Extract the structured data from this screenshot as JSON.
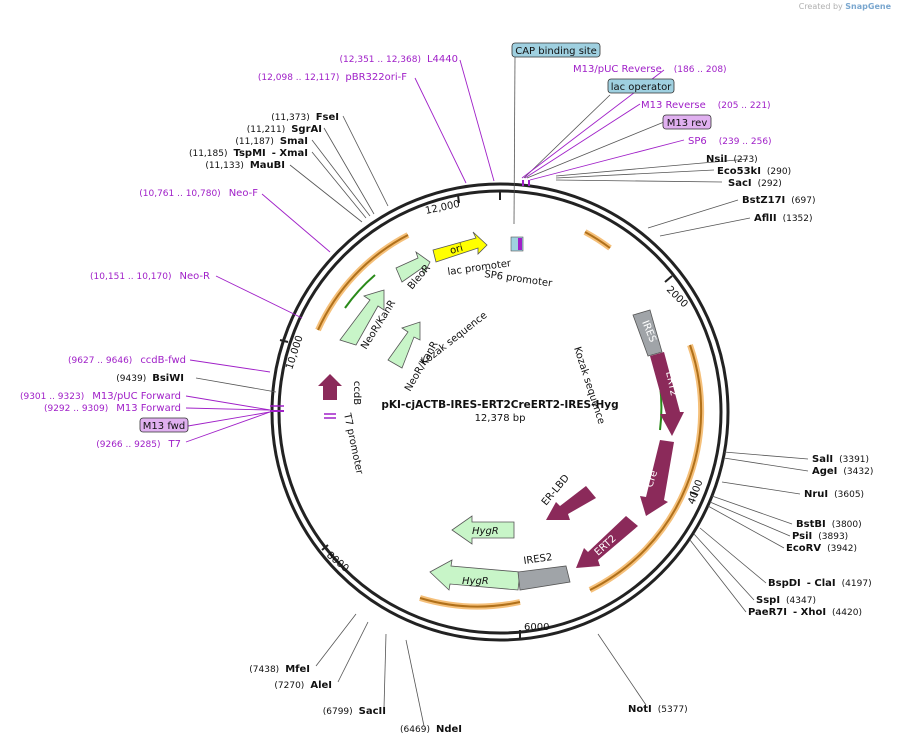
{
  "credit": {
    "prefix": "Created by",
    "brand": "SnapGene"
  },
  "map": {
    "title": "pKI-cjACTB-IRES-ERT2CreERT2-IRES-Hyg",
    "size_label": "12,378 bp",
    "total_bp": 12378,
    "ticks": [
      {
        "bp": 2000,
        "label": "2000"
      },
      {
        "bp": 4000,
        "label": "4000"
      },
      {
        "bp": 6000,
        "label": "6000"
      },
      {
        "bp": 8000,
        "label": "8000"
      },
      {
        "bp": 10000,
        "label": "10,000"
      },
      {
        "bp": 12000,
        "label": "12,000"
      }
    ]
  },
  "enzymes": [
    {
      "name": "NsiI",
      "pos": "(273)"
    },
    {
      "name": "Eco53kI",
      "pos": "(290)"
    },
    {
      "name": "SacI",
      "pos": "(292)"
    },
    {
      "name": "BstZ17I",
      "pos": "(697)"
    },
    {
      "name": "AflII",
      "pos": "(1352)"
    },
    {
      "name": "SalI",
      "pos": "(3391)"
    },
    {
      "name": "AgeI",
      "pos": "(3432)"
    },
    {
      "name": "NruI",
      "pos": "(3605)"
    },
    {
      "name": "BstBI",
      "pos": "(3800)"
    },
    {
      "name": "PsiI",
      "pos": "(3893)"
    },
    {
      "name": "EcoRV",
      "pos": "(3942)"
    },
    {
      "name": "BspDI",
      "name2": "ClaI",
      "pos": "(4197)"
    },
    {
      "name": "SspI",
      "pos": "(4347)"
    },
    {
      "name": "PaeR7I",
      "name2": "XhoI",
      "pos": "(4420)"
    },
    {
      "name": "NotI",
      "pos": "(5377)"
    },
    {
      "name": "NdeI",
      "pos": "(6469)"
    },
    {
      "name": "SacII",
      "pos": "(6799)"
    },
    {
      "name": "AleI",
      "pos": "(7270)"
    },
    {
      "name": "MfeI",
      "pos": "(7438)"
    },
    {
      "name": "BsiWI",
      "pos": "(9439)"
    },
    {
      "name": "MauBI",
      "pos": "(11,133)"
    },
    {
      "name": "TspMI",
      "name2": "XmaI",
      "pos": "(11,185)"
    },
    {
      "name": "SmaI",
      "pos": "(11,187)"
    },
    {
      "name": "SgrAI",
      "pos": "(11,211)"
    },
    {
      "name": "FseI",
      "pos": "(11,373)"
    }
  ],
  "primers": [
    {
      "name": "L4440",
      "pos": "(12,351 .. 12,368)"
    },
    {
      "name": "pBR322ori-F",
      "pos": "(12,098 .. 12,117)"
    },
    {
      "name": "M13/pUC Reverse",
      "pos": "(186 .. 208)"
    },
    {
      "name": "M13 Reverse",
      "pos": "(205 .. 221)"
    },
    {
      "name": "SP6",
      "pos": "(239 .. 256)"
    },
    {
      "name": "Neo-F",
      "pos": "(10,761 .. 10,780)"
    },
    {
      "name": "Neo-R",
      "pos": "(10,151 .. 10,170)"
    },
    {
      "name": "ccdB-fwd",
      "pos": "(9627 .. 9646)"
    },
    {
      "name": "M13/pUC Forward",
      "pos": "(9301 .. 9323)"
    },
    {
      "name": "M13 Forward",
      "pos": "(9292 .. 9309)"
    },
    {
      "name": "T7",
      "pos": "(9266 .. 9285)"
    }
  ],
  "boxed_labels": [
    {
      "name": "CAP binding site",
      "color": "#9fd0e0"
    },
    {
      "name": "lac operator",
      "color": "#9fd0e0"
    },
    {
      "name": "M13 rev",
      "color": "#e0b0f0"
    },
    {
      "name": "M13 fwd",
      "color": "#e0b0f0"
    }
  ],
  "features": [
    {
      "name": "ori",
      "color": "#ffff00"
    },
    {
      "name": "BleoR",
      "color": "#c8f5c8"
    },
    {
      "name": "NeoR/KanR",
      "color": "#c8f5c8"
    },
    {
      "name": "NeoR/KanR",
      "color": "#c8f5c8"
    },
    {
      "name": "ccdB",
      "color": "#8b2a5a"
    },
    {
      "name": "IRES",
      "color": "#a0a4a8"
    },
    {
      "name": "ERT2",
      "color": "#8b2a5a"
    },
    {
      "name": "Cre",
      "color": "#8b2a5a"
    },
    {
      "name": "ERT2",
      "color": "#8b2a5a"
    },
    {
      "name": "ER-LBD",
      "color": "#8b2a5a"
    },
    {
      "name": "HygR",
      "color": "#c8f5c8"
    },
    {
      "name": "HygR",
      "color": "#c8f5c8"
    },
    {
      "name": "IRES2",
      "color": "#a0a4a8"
    }
  ],
  "feature_text": {
    "lac_promoter": "lac promoter",
    "sp6_promoter": "SP6 promoter",
    "t7_promoter": "T7 promoter",
    "kozak1": "Kozak sequence",
    "kozak2": "Kozak sequence"
  }
}
